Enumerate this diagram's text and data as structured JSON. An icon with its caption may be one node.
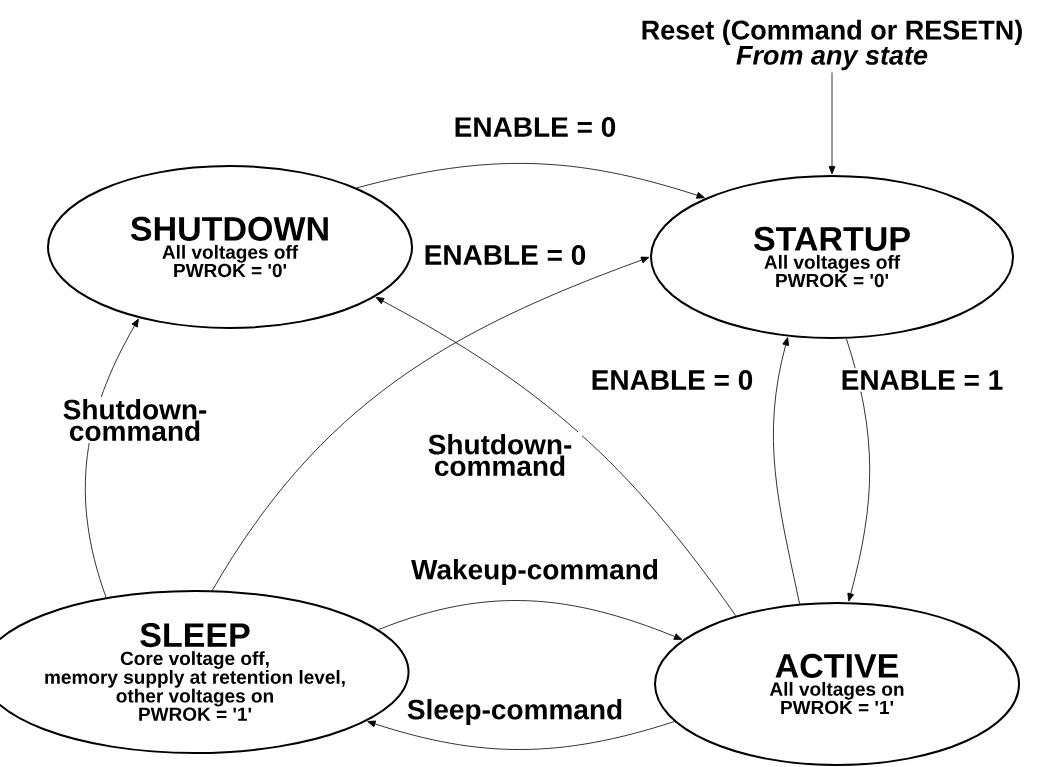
{
  "diagram": {
    "nodes": [
      {
        "text": [
          "SHUTDOWN",
          "All voltages off",
          "PWROK = '0'"
        ]
      },
      {
        "text": [
          "STARTUP",
          "All voltages off",
          "PWROK = '0'"
        ]
      },
      {
        "text": [
          "SLEEP",
          "Core voltage off,",
          "memory supply at retention level,",
          "other voltages on",
          "PWROK = '1'"
        ]
      },
      {
        "text": [
          "ACTIVE",
          "All voltages on",
          "PWROK = '1'"
        ]
      },
      {
        "text": [
          "Reset (Command or RESETN)",
          "From any state"
        ]
      }
    ],
    "edges": [
      {
        "from": 0,
        "to": 1,
        "arrow": "to",
        "label": "ENABLE = 0"
      },
      {
        "from": 2,
        "to": 1,
        "arrow": "to",
        "label": "ENABLE = 0"
      },
      {
        "from": 2,
        "to": 0,
        "arrow": "to",
        "label": "Shutdown-command"
      },
      {
        "from": 3,
        "to": 0,
        "arrow": "to",
        "label": "Shutdown-command"
      },
      {
        "from": 2,
        "to": 3,
        "arrow": "to",
        "label": "Wakeup-command"
      },
      {
        "from": 3,
        "to": 2,
        "arrow": "to",
        "label": "Sleep-command"
      },
      {
        "from": 3,
        "to": 1,
        "arrow": "to",
        "label": "ENABLE = 0"
      },
      {
        "from": 1,
        "to": 3,
        "arrow": "to",
        "label": "ENABLE = 1"
      },
      {
        "from": 4,
        "to": 1,
        "arrow": "to"
      }
    ]
  }
}
